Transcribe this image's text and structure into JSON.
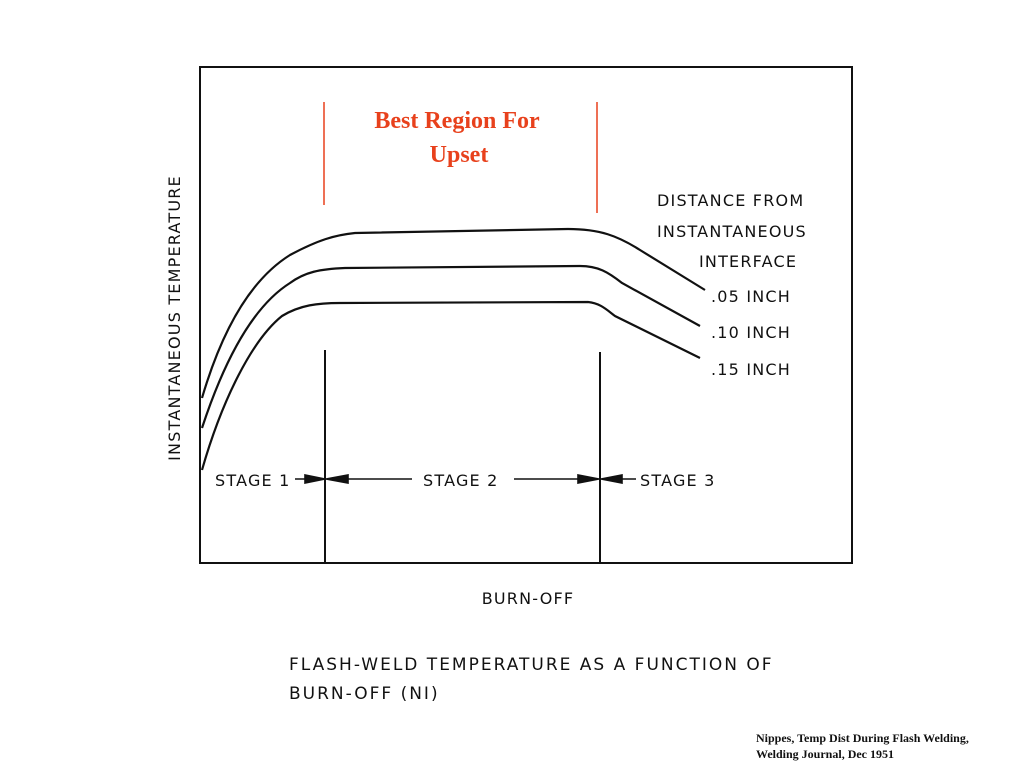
{
  "chart_data": {
    "type": "line",
    "title": "FLASH-WELD TEMPERATURE AS A FUNCTION OF",
    "title_line2": "BURN-OFF (NI)",
    "xlabel": "BURN-OFF",
    "ylabel": "INSTANTANEOUS TEMPERATURE",
    "grid": false,
    "series_legend_title": [
      "DISTANCE FROM",
      "INSTANTANEOUS",
      "INTERFACE"
    ],
    "series": [
      {
        "name": ".05 INCH"
      },
      {
        "name": ".10 INCH"
      },
      {
        "name": ".15 INCH"
      }
    ],
    "stages": [
      "STAGE 1",
      "STAGE 2",
      "STAGE 3"
    ],
    "annotation": [
      "Best Region For",
      "Upset"
    ],
    "annotation_color": "#e8411c"
  },
  "citation": {
    "line1": "Nippes, Temp Dist During Flash Welding,",
    "line2": "Welding Journal, Dec 1951"
  }
}
